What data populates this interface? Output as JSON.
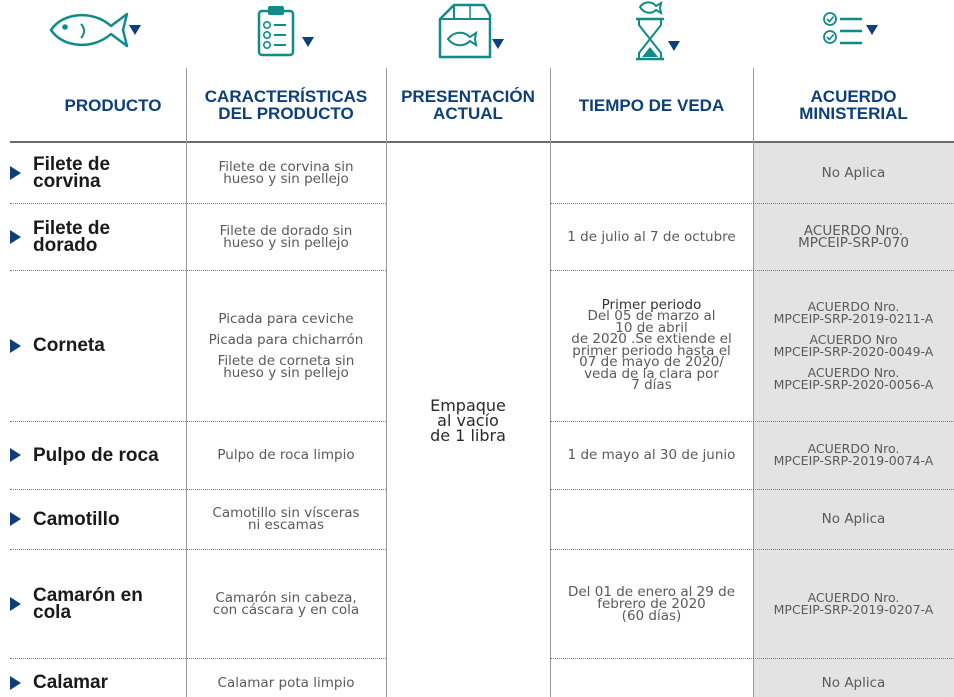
{
  "header": {
    "columns": [
      {
        "label": "PRODUCTO",
        "icon": "fish-icon"
      },
      {
        "label": "CARACTERÍSTICAS\nDEL PRODUCTO",
        "icon": "clipboard-checklist-icon"
      },
      {
        "label": "PRESENTACIÓN\nACTUAL",
        "icon": "fish-package-icon"
      },
      {
        "label": "TIEMPO DE VEDA",
        "icon": "hourglass-fish-icon"
      },
      {
        "label": "ACUERDO\nMINISTERIAL",
        "icon": "checklist-icon"
      }
    ]
  },
  "presentacion": "Empaque\nal vacío\nde 1 libra",
  "rows": [
    {
      "producto": "Filete de\ncorvina",
      "caracteristicas": [
        "Filete de corvina sin\nhueso y sin pellejo"
      ],
      "veda": "",
      "acuerdo": [
        "No Aplica"
      ]
    },
    {
      "producto": "Filete de\ndorado",
      "caracteristicas": [
        "Filete de dorado sin\nhueso y sin pellejo"
      ],
      "veda": "1 de julio al 7 de octubre",
      "acuerdo": [
        "ACUERDO Nro.\nMPCEIP-SRP-070"
      ]
    },
    {
      "producto": "Corneta",
      "caracteristicas": [
        "Picada para ceviche",
        "Picada para chicharrón",
        "Filete de corneta sin\nhueso y sin pellejo"
      ],
      "veda_title": "Primer periodo",
      "veda": "Del 05 de marzo al\n10 de abril\nde 2020 .Se extiende el\nprimer periodo hasta el\n07 de mayo de 2020/\nveda de la clara por\n7 días",
      "acuerdo": [
        "ACUERDO Nro.\nMPCEIP-SRP-2019-0211-A",
        "ACUERDO Nro\nMPCEIP-SRP-2020-0049-A",
        "ACUERDO Nro.\nMPCEIP-SRP-2020-0056-A"
      ]
    },
    {
      "producto": "Pulpo de roca",
      "caracteristicas": [
        "Pulpo de roca limpio"
      ],
      "veda": "1 de mayo al 30 de junio",
      "acuerdo": [
        "ACUERDO Nro.\nMPCEIP-SRP-2019-0074-A"
      ]
    },
    {
      "producto": "Camotillo",
      "caracteristicas": [
        "Camotillo sin vísceras\nni escamas"
      ],
      "veda": "",
      "acuerdo": [
        "No Aplica"
      ]
    },
    {
      "producto": "Camarón en\ncola",
      "caracteristicas": [
        "Camarón sin cabeza,\ncon cáscara y en cola"
      ],
      "veda": "Del 01 de enero al 29 de\nfebrero de 2020\n(60 días)",
      "acuerdo": [
        "ACUERDO Nro.\nMPCEIP-SRP-2019-0207-A"
      ]
    },
    {
      "producto": "Calamar",
      "caracteristicas": [
        "Calamar pota limpio"
      ],
      "veda": "",
      "acuerdo": [
        "No Aplica"
      ]
    }
  ],
  "colors": {
    "accent": "#0d3f7a",
    "acuerdo_bg": "#e3e3e3",
    "icon_teal": "#0f8c8a"
  }
}
